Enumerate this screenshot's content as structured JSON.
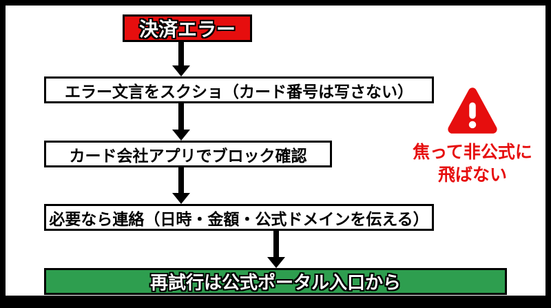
{
  "colors": {
    "accent_red": "#e60e0e",
    "accent_green": "#2e9e4f",
    "box_border": "#000000",
    "canvas_background": "#ffffff",
    "frame": "#000000"
  },
  "flow": {
    "start": {
      "label": "決済エラー"
    },
    "steps": [
      {
        "label": "エラー文言をスクショ（カード番号は写さない）"
      },
      {
        "label": "カード会社アプリでブロック確認"
      },
      {
        "label": "必要なら連絡（日時・金額・公式ドメインを伝える）"
      }
    ],
    "end": {
      "label": "再試行は公式ポータル入口から"
    }
  },
  "warning": {
    "icon": "warning-triangle-icon",
    "line1": "焦って非公式に",
    "line2": "飛ばない"
  }
}
